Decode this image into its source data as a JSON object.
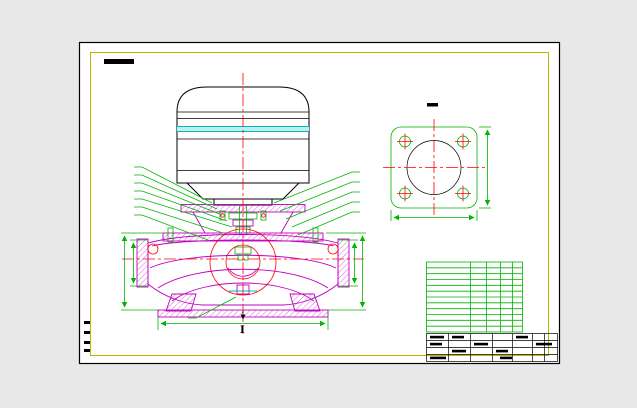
{
  "colors": {
    "canvas_bg": "#e8e8e8",
    "sheet": "#ffffff",
    "border": "#000000",
    "frame_yellow": "#b8b800",
    "dimension_green": "#00b400",
    "centerline_red": "#ff0000",
    "part_magenta": "#c000c0",
    "detail_cyan": "#00b8b8",
    "ink": "#000000"
  },
  "drawing": {
    "section_label": "I",
    "views": {
      "main": "vertical-inline-pump-assembly-section",
      "flange": "mounting-flange-face-view"
    },
    "parts_list": {
      "rows": 12,
      "columns": 5
    },
    "title_block": {
      "rows": 4,
      "columns": 7
    }
  }
}
